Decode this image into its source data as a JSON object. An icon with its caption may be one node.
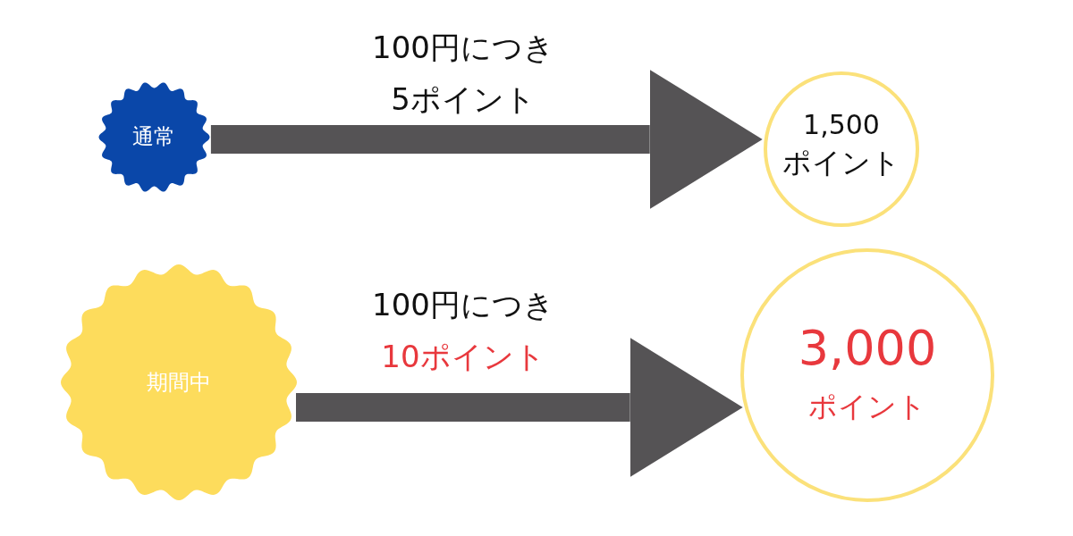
{
  "diagram": {
    "nodes": [
      {
        "text": [
          "通常"
        ]
      },
      {
        "text": [
          "1,500",
          "ポイント"
        ]
      },
      {
        "text": [
          "期間中"
        ]
      },
      {
        "text": [
          "3,000",
          "ポイント"
        ]
      }
    ],
    "edges": [
      {
        "from": 0,
        "to": 1,
        "arrow": "to",
        "label": "100円につき 5ポイント"
      },
      {
        "from": 2,
        "to": 3,
        "arrow": "to",
        "label": "100円につき 10ポイント"
      }
    ]
  }
}
